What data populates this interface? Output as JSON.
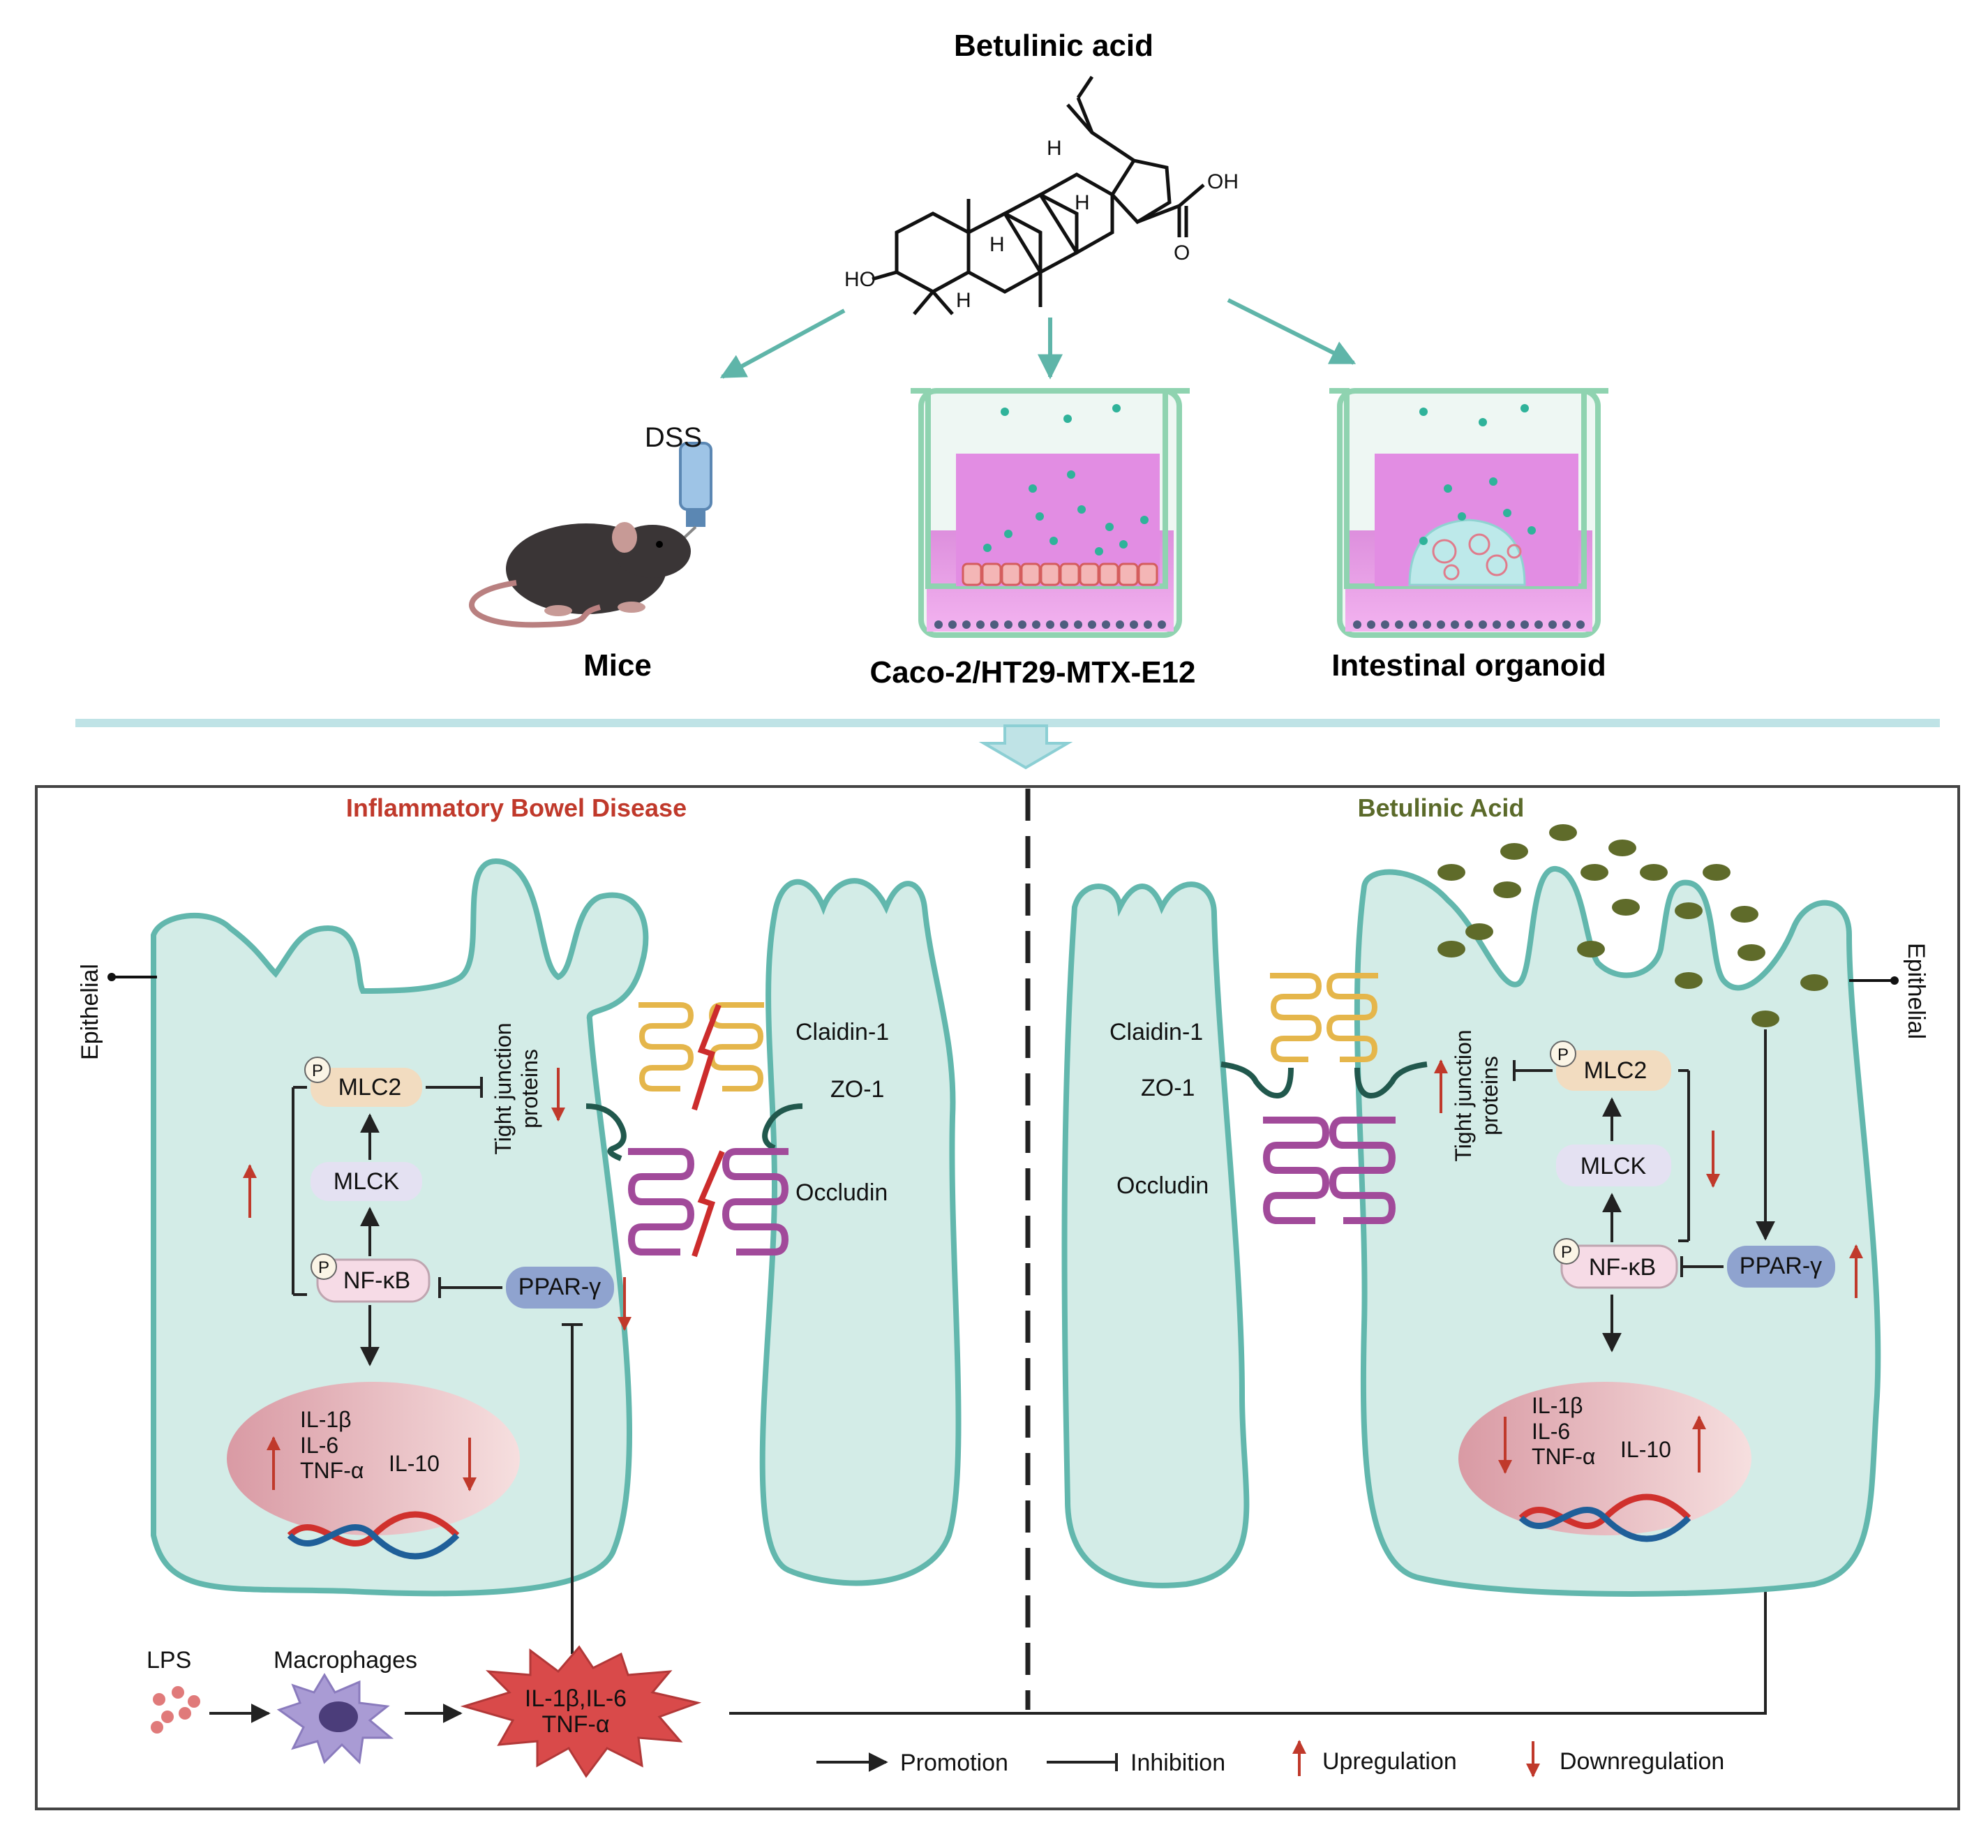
{
  "header": {
    "compound_name": "Betulinic acid",
    "molecule_labels": {
      "hydroxyl": "HO",
      "acid_oh": "OH",
      "acid_o": "O",
      "h_atom": "H"
    }
  },
  "models": [
    {
      "label": "Mice",
      "extra": "DSS"
    },
    {
      "label": "Caco-2/HT29-MTX-E12"
    },
    {
      "label": "Intestinal organoid"
    }
  ],
  "left_panel": {
    "title": "Inflammatory Bowel Disease",
    "side_label": "Epithelial",
    "phospho": "P",
    "mlc2": "MLC2",
    "mlck": "MLCK",
    "nfkb": "NF-κB",
    "ppar": "PPAR-γ",
    "tj_line1": "Tight junction",
    "tj_line2": "proteins",
    "cyto1": "IL-1β",
    "cyto2": "IL-6",
    "cyto3": "TNF-α",
    "il10": "IL-10",
    "claudin": "Claidin-1",
    "zo1": "ZO-1",
    "occludin": "Occludin",
    "lps": "LPS",
    "macrophages": "Macrophages",
    "burst_line1": "IL-1β,IL-6",
    "burst_line2": "TNF-α"
  },
  "right_panel": {
    "title": "Betulinic Acid",
    "side_label": "Epithelial",
    "phospho": "P",
    "mlc2": "MLC2",
    "mlck": "MLCK",
    "nfkb": "NF-κB",
    "ppar": "PPAR-γ",
    "tj_line1": "Tight junction",
    "tj_line2": "proteins",
    "cyto1": "IL-1β",
    "cyto2": "IL-6",
    "cyto3": "TNF-α",
    "il10": "IL-10",
    "claudin": "Claidin-1",
    "zo1": "ZO-1",
    "occludin": "Occludin"
  },
  "legend": {
    "promotion": "Promotion",
    "inhibition": "Inhibition",
    "upregulation": "Upregulation",
    "downregulation": "Downregulation"
  },
  "colors": {
    "cell_fill": "#d3ece7",
    "cell_stroke": "#62b7ad",
    "title_left": "#c0392b",
    "title_right": "#5b6a2a",
    "teal_arrow": "#5fb5a9",
    "red_arrow": "#c0392b",
    "burst": "#d94a4a",
    "ba_dot": "#5f6b2a"
  }
}
